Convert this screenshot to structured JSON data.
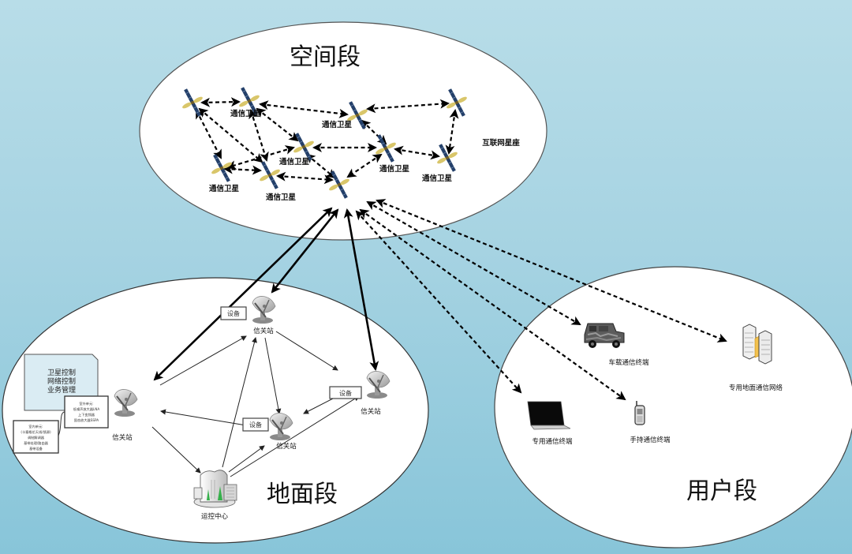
{
  "segments": {
    "space": {
      "title": "空间段"
    },
    "ground": {
      "title": "地面段"
    },
    "user": {
      "title": "用户段"
    }
  },
  "space": {
    "constellation_label": "互联网星座",
    "satellite_label": "通信卫星",
    "satellites": [
      {
        "id": "s1",
        "label": ""
      },
      {
        "id": "s2",
        "label": "通信卫星"
      },
      {
        "id": "s3",
        "label": "通信卫星"
      },
      {
        "id": "s4",
        "label": ""
      },
      {
        "id": "s5",
        "label": "通信卫星"
      },
      {
        "id": "s6",
        "label": "通信卫星"
      },
      {
        "id": "s7",
        "label": "通信卫星"
      },
      {
        "id": "s8",
        "label": "通信卫星"
      },
      {
        "id": "s9",
        "label": "通信卫星"
      },
      {
        "id": "s10",
        "label": ""
      }
    ]
  },
  "ground": {
    "gateway_label": "信关站",
    "equipment_label": "设备",
    "control_center_label": "运控中心",
    "control_note": [
      "卫星控制",
      "网络控制",
      "业务管理"
    ],
    "callout_outdoor": [
      "室外单元:",
      "低噪声放大器LNA",
      "上下变频器",
      "固态放大器SSPA"
    ],
    "callout_indoor": [
      "室内单元:",
      "(卡塞格伦天线/馈源)",
      "调制解调器",
      "基带处理/路由器",
      "基带设备"
    ]
  },
  "user": {
    "terminals": [
      {
        "id": "vehicle",
        "label": "车载通信终端",
        "icon": "vehicle-icon"
      },
      {
        "id": "network",
        "label": "专用地面通信网络",
        "icon": "server-icon"
      },
      {
        "id": "laptop",
        "label": "专用通信终端",
        "icon": "laptop-icon"
      },
      {
        "id": "handheld",
        "label": "手持通信终端",
        "icon": "phone-icon"
      }
    ]
  },
  "colors": {
    "bg_top": "#b8dde8",
    "bg_bottom": "#88c5d9",
    "ellipse_fill": "#ffffff",
    "note_fill": "#daecf3",
    "panel_navy": "#24406a",
    "panel_gold": "#d9c66a"
  }
}
